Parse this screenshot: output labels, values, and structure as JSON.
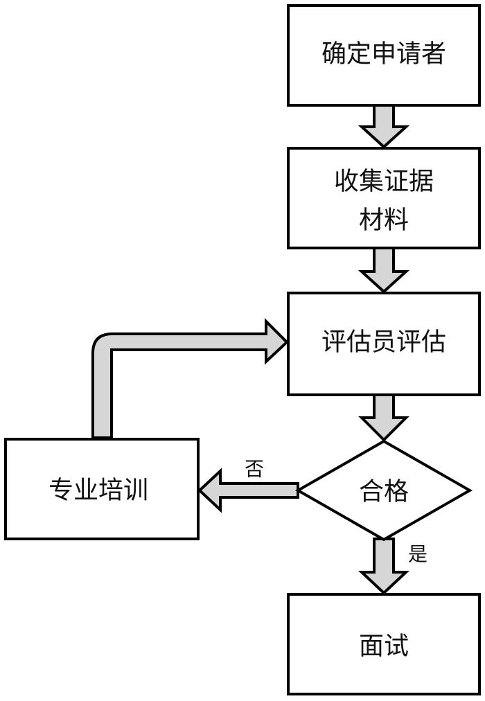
{
  "diagram": {
    "nodes": {
      "determine_applicant": {
        "label": "确定申请者"
      },
      "collect_evidence": {
        "line1": "收集证据",
        "line2": "材料"
      },
      "assessor_evaluation": {
        "label": "评估员评估"
      },
      "qualified": {
        "label": "合格"
      },
      "professional_training": {
        "label": "专业培训"
      },
      "interview": {
        "label": "面试"
      }
    },
    "edges": [
      {
        "from": "determine_applicant",
        "to": "collect_evidence",
        "label": ""
      },
      {
        "from": "collect_evidence",
        "to": "assessor_evaluation",
        "label": ""
      },
      {
        "from": "assessor_evaluation",
        "to": "qualified",
        "label": ""
      },
      {
        "from": "qualified",
        "to": "professional_training",
        "label": "否"
      },
      {
        "from": "qualified",
        "to": "interview",
        "label": "是"
      },
      {
        "from": "professional_training",
        "to": "assessor_evaluation",
        "label": ""
      }
    ],
    "edge_labels": {
      "no": "否",
      "yes": "是"
    }
  }
}
